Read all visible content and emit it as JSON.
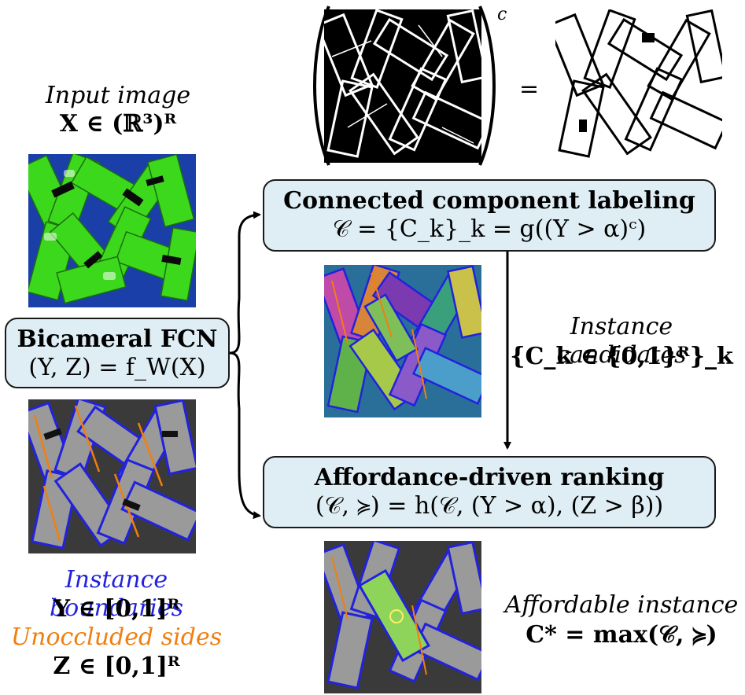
{
  "input": {
    "label": "Input image",
    "formula": "X ∈ (ℝ³)ᴿ"
  },
  "fcn": {
    "title": "Bicameral FCN",
    "formula": "(Y, Z) = f_W(X)"
  },
  "ccl": {
    "title": "Connected component labeling",
    "formula": "𝒞 = {C_k}_k = g((Y > α)ᶜ)"
  },
  "ranking": {
    "title": "Affordance-driven ranking",
    "formula": "(𝒞, ≽) = h(𝒞, (Y > α), (Z > β))"
  },
  "candidates": {
    "label": "Instance candidates",
    "formula": "{C_k ∈ {0,1}ᴿ}_k"
  },
  "outputs": {
    "boundaries_label": "Instance boundaries",
    "boundaries_formula": "Y ∈ [0,1]ᴿ",
    "unoccluded_label": "Unoccluded sides",
    "unoccluded_formula": "Z ∈ [0,1]ᴿ"
  },
  "affordable": {
    "label": "Affordable instance",
    "formula": "C* = max(𝒞, ≽)"
  },
  "complement": {
    "superscript": "c",
    "equals": "="
  },
  "colors": {
    "boundaries": "#2222dd",
    "unoccluded": "#f07f10",
    "box_fill": "#dfeef4",
    "packet_green": "#3cd81c",
    "mat_blue": "#1a3fa8"
  }
}
